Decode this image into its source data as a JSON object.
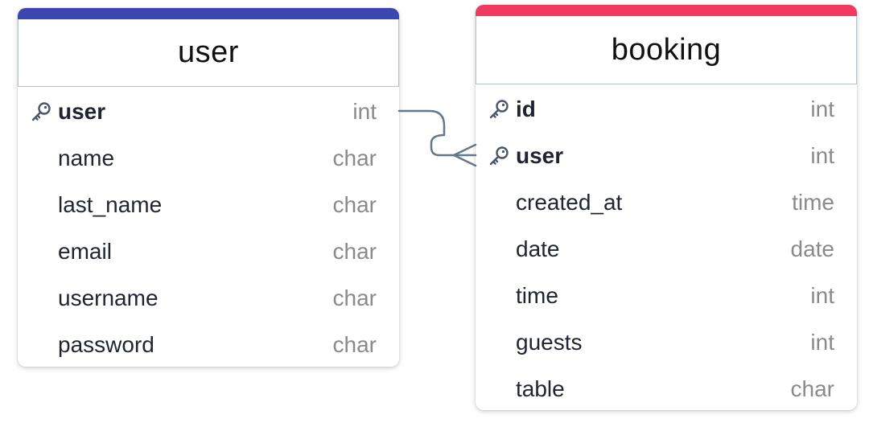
{
  "colors": {
    "user_accent": "#3b46b0",
    "booking_accent": "#f2395f",
    "connector": "#667788",
    "key_icon": "#4b5566"
  },
  "tables": {
    "user": {
      "title": "user",
      "fields": [
        {
          "name": "user",
          "type": "int",
          "key": true
        },
        {
          "name": "name",
          "type": "char",
          "key": false
        },
        {
          "name": "last_name",
          "type": "char",
          "key": false
        },
        {
          "name": "email",
          "type": "char",
          "key": false
        },
        {
          "name": "username",
          "type": "char",
          "key": false
        },
        {
          "name": "password",
          "type": "char",
          "key": false
        }
      ]
    },
    "booking": {
      "title": "booking",
      "fields": [
        {
          "name": "id",
          "type": "int",
          "key": true
        },
        {
          "name": "user",
          "type": "int",
          "key": true
        },
        {
          "name": "created_at",
          "type": "time",
          "key": false
        },
        {
          "name": "date",
          "type": "date",
          "key": false
        },
        {
          "name": "time",
          "type": "int",
          "key": false
        },
        {
          "name": "guests",
          "type": "int",
          "key": false
        },
        {
          "name": "table",
          "type": "char",
          "key": false
        }
      ]
    }
  },
  "relationship": {
    "from": "user.user",
    "to": "booking.user",
    "from_cardinality": "one",
    "to_cardinality": "many"
  }
}
